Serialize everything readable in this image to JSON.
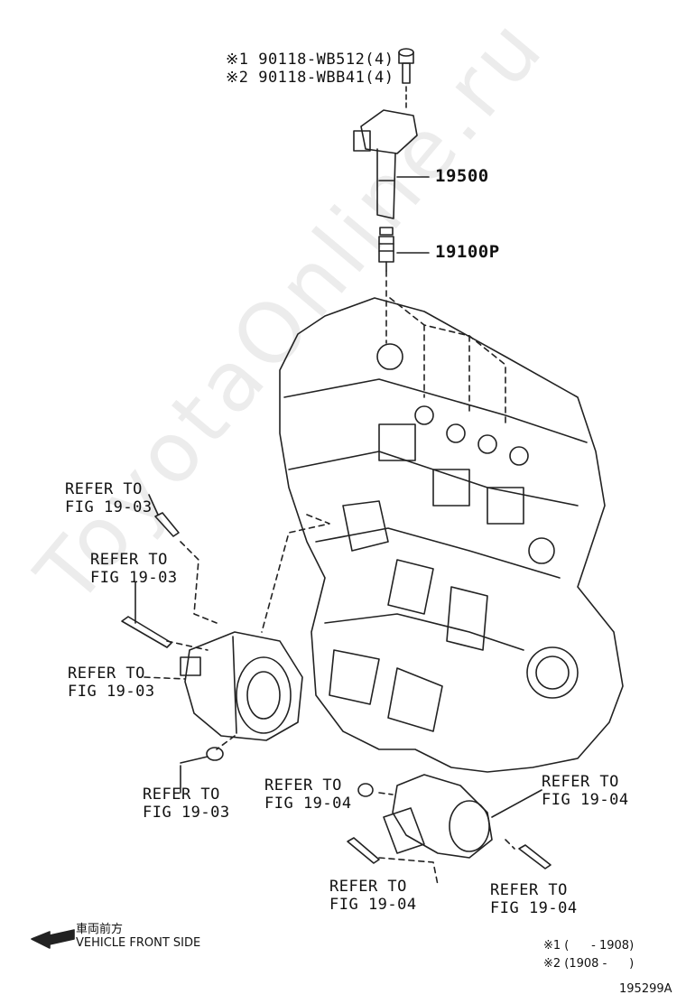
{
  "parts": {
    "bolt_a": "※1 90118-WB512(4)",
    "bolt_b": "※2 90118-WBB41(4)",
    "coil": "19500",
    "plug": "19100P"
  },
  "refs": {
    "r1": [
      "REFER TO",
      "FIG 19-03"
    ],
    "r2": [
      "REFER TO",
      "FIG 19-03"
    ],
    "r3": [
      "REFER TO",
      "FIG 19-03"
    ],
    "r4": [
      "REFER TO",
      "FIG 19-03"
    ],
    "r5": [
      "REFER TO",
      "FIG 19-04"
    ],
    "r6": [
      "REFER TO",
      "FIG 19-04"
    ],
    "r7": [
      "REFER TO",
      "FIG 19-04"
    ],
    "r8": [
      "REFER TO",
      "FIG 19-04"
    ]
  },
  "front": {
    "japanese": "車両前方",
    "english": "VEHICLE FRONT SIDE"
  },
  "notes": {
    "n1": "※1 (      - 1908)",
    "n2": "※2 (1908 -      )"
  },
  "code": "195299A",
  "watermark": "ToyotaOnline.ru"
}
